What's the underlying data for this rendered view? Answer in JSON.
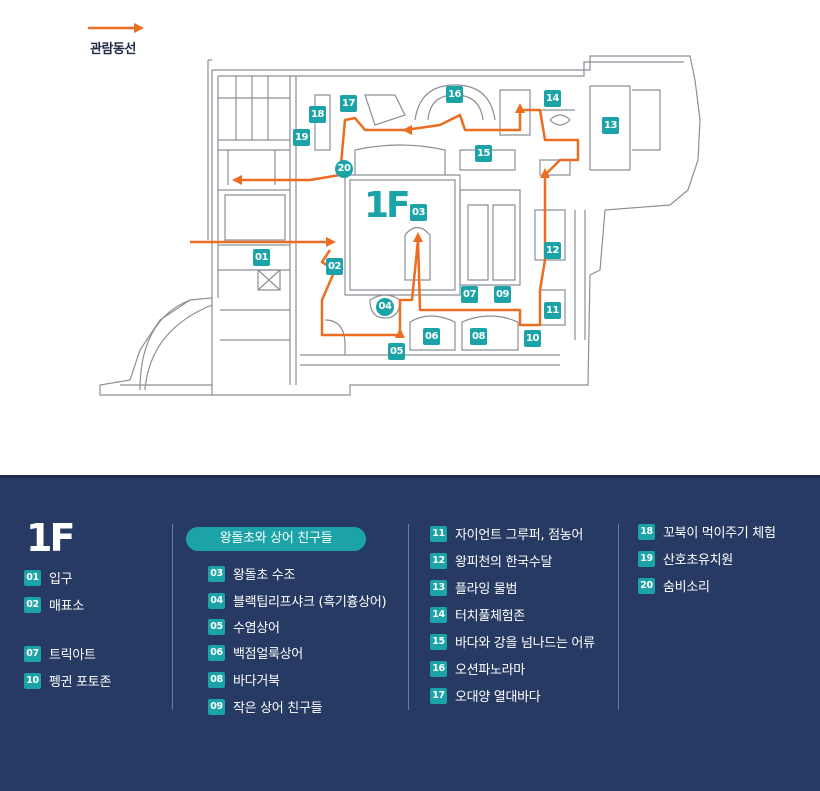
{
  "legend": {
    "label": "관람동선"
  },
  "floor": "1F",
  "colors": {
    "route": "#ec6d22",
    "teal": "#1ba3a8",
    "panel": "#263a63",
    "wall": "#8a8f96"
  },
  "map_markers": [
    {
      "id": "m01",
      "label": "01"
    },
    {
      "id": "m02",
      "label": "02"
    },
    {
      "id": "m03",
      "label": "03"
    },
    {
      "id": "m04",
      "label": "04"
    },
    {
      "id": "m05",
      "label": "05"
    },
    {
      "id": "m06",
      "label": "06"
    },
    {
      "id": "m07",
      "label": "07"
    },
    {
      "id": "m08",
      "label": "08"
    },
    {
      "id": "m09",
      "label": "09"
    },
    {
      "id": "m10",
      "label": "10"
    },
    {
      "id": "m11",
      "label": "11"
    },
    {
      "id": "m12",
      "label": "12"
    },
    {
      "id": "m13",
      "label": "13"
    },
    {
      "id": "m14",
      "label": "14"
    },
    {
      "id": "m15",
      "label": "15"
    },
    {
      "id": "m16",
      "label": "16"
    },
    {
      "id": "m17",
      "label": "17"
    },
    {
      "id": "m18",
      "label": "18"
    },
    {
      "id": "m19",
      "label": "19"
    },
    {
      "id": "m20",
      "label": "20"
    }
  ],
  "group": {
    "title": "왕돌초와 상어 친구들"
  },
  "items": [
    {
      "no": "01",
      "name": "입구"
    },
    {
      "no": "02",
      "name": "매표소"
    },
    {
      "no": "07",
      "name": "트릭아트"
    },
    {
      "no": "10",
      "name": "펭귄 포토존"
    },
    {
      "no": "03",
      "name": "왕돌초 수조"
    },
    {
      "no": "04",
      "name": "블랙팁리프샤크 (흑기흉상어)"
    },
    {
      "no": "05",
      "name": "수염상어"
    },
    {
      "no": "06",
      "name": "백점얼룩상어"
    },
    {
      "no": "08",
      "name": "바다거북"
    },
    {
      "no": "09",
      "name": "작은 상어 친구들"
    },
    {
      "no": "11",
      "name": "자이언트 그루퍼, 점농어"
    },
    {
      "no": "12",
      "name": "왕피천의 한국수달"
    },
    {
      "no": "13",
      "name": "플라잉 물범"
    },
    {
      "no": "14",
      "name": "터치풀체험존"
    },
    {
      "no": "15",
      "name": "바다와 강을 넘나드는 어류"
    },
    {
      "no": "16",
      "name": "오션파노라마"
    },
    {
      "no": "17",
      "name": "오대양 열대바다"
    },
    {
      "no": "18",
      "name": "꼬북이 먹이주기 체험"
    },
    {
      "no": "19",
      "name": "산호초유치원"
    },
    {
      "no": "20",
      "name": "숨비소리"
    }
  ]
}
